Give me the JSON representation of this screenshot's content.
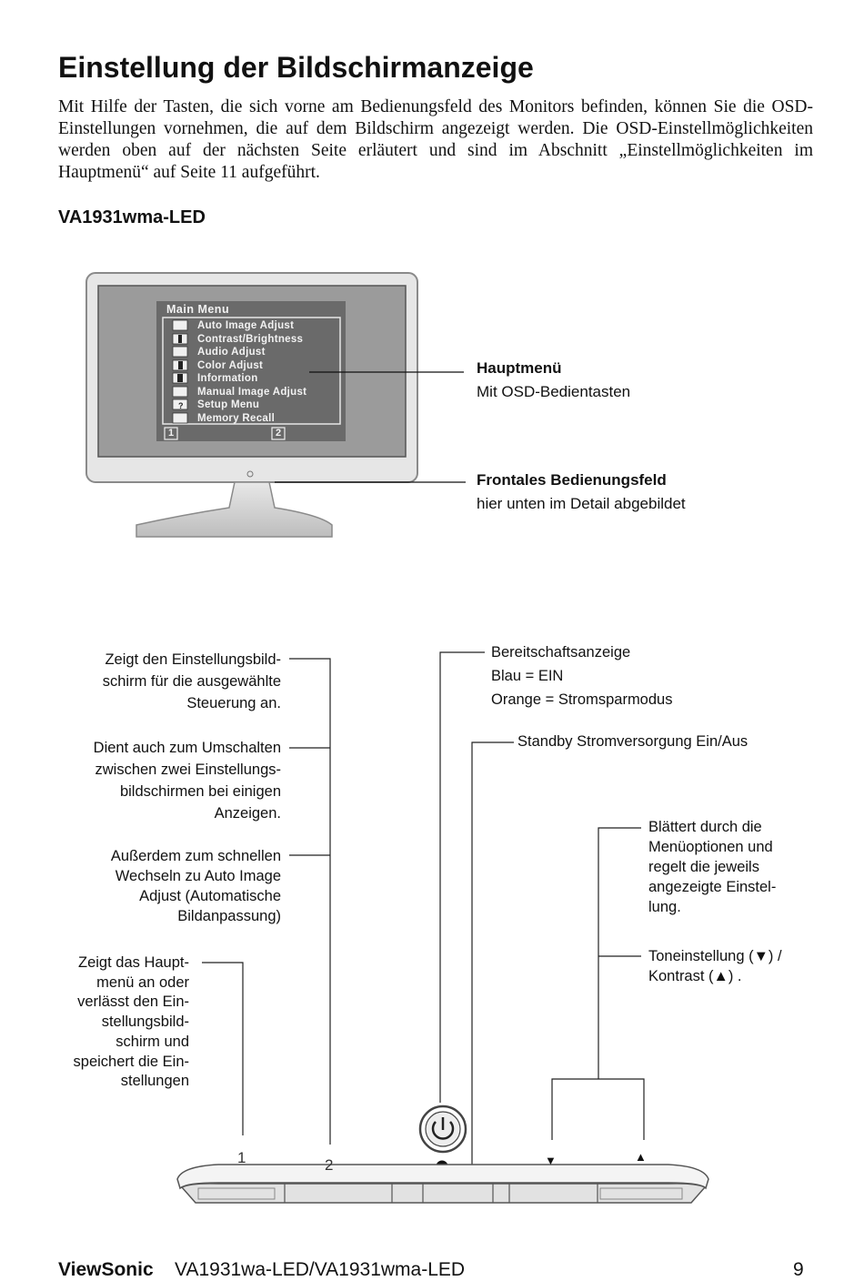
{
  "heading": "Einstellung der Bildschirmanzeige",
  "intro": "Mit Hilfe der Tasten, die sich vorne am Bedienungsfeld des Monitors befinden, können Sie die OSD-Einstellungen vornehmen, die auf dem Bildschirm angezeigt werden. Die OSD-Einstell­möglichkeiten werden oben auf der nächsten Seite erläutert und sind im Abschnitt „Einstell­möglichkeiten im Hauptmenü“ auf Seite 11 aufgeführt.",
  "model_heading": "VA1931wma-LED",
  "osd": {
    "title": "Main Menu",
    "items": [
      "Auto Image Adjust",
      "Contrast/Brightness",
      "Audio Adjust",
      "Color Adjust",
      "Information",
      "Manual Image Adjust",
      "Setup Menu",
      "Memory Recall"
    ],
    "footer_left": "1",
    "footer_right": "2"
  },
  "callouts": {
    "main_menu_title": "Hauptmenü",
    "main_menu_sub": "Mit OSD-Bedientasten",
    "front_panel_title": "Frontales Bedienungsfeld",
    "front_panel_sub": "hier unten im Detail abgebildet"
  },
  "labels": {
    "l1a": [
      "Zeigt den Einstellungsbild-",
      "schirm für die ausgewählte",
      "Steuerung an."
    ],
    "l1b": [
      "Dient auch zum Umschalten",
      "zwischen zwei Einstellungs-",
      "bildschirmen bei einigen",
      "Anzeigen."
    ],
    "l1c": [
      "Außerdem zum schnellen",
      "Wechseln zu Auto Image",
      "Adjust (Automatische",
      "Bildanpassung)"
    ],
    "l1d": [
      "Zeigt das Haupt-",
      "menü an oder",
      "verlässt den Ein-",
      "stellungsbild-",
      "schirm und",
      "speichert die Ein-",
      "stellungen"
    ],
    "power_led": [
      "Bereitschaftsanzeige",
      "Blau = EIN",
      "Orange = Stromsparmodus"
    ],
    "standby": "Standby Stromversorgung Ein/Aus",
    "scroll": [
      "Blättert durch die",
      "Menüoptionen und",
      "regelt die jeweils",
      "angezeigte Einstel-",
      "lung."
    ],
    "tone": [
      "Toneinstellung (▼) /",
      "Kontrast  (▲) ."
    ]
  },
  "buttons": {
    "b1": "1",
    "b2": "2",
    "down": "▼",
    "up": "▲"
  },
  "footer": {
    "brand": "ViewSonic",
    "model": "VA1931wa-LED/VA1931wma-LED",
    "page": "9"
  }
}
